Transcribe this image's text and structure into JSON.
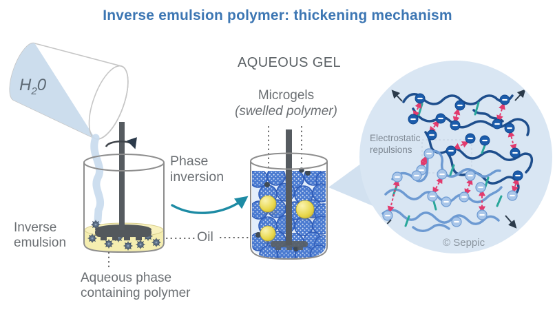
{
  "header": {
    "title": "Inverse emulsion polymer: thickening mechanism"
  },
  "pour": {
    "h2o_base": "H",
    "h2o_sub": "2",
    "h2o_tail": "0"
  },
  "left_beaker": {
    "label": "Inverse emulsion",
    "bottom_label": "Aqueous phase containing polymer"
  },
  "transition": {
    "phase_inversion": "Phase inversion",
    "oil": "Oil"
  },
  "middle_beaker": {
    "heading": "AQUEOUS GEL",
    "microgels": "Microgels",
    "microgels_note": "(swelled polymer)"
  },
  "detail_circle": {
    "annotation": "Electrostatic repulsions",
    "credit": "© Seppic"
  },
  "colors": {
    "title_blue": "#3c76b3",
    "water_blue": "#ccdded",
    "emulsion_yellow": "#f5eeb4",
    "microgel_blue": "#4a7ad0",
    "oil_droplet_yellow": "#e8d84e",
    "arrow_teal": "#1d8ba4",
    "detail_circle_bg": "#d9e6f3",
    "polymer_chain_dark": "#1e4e8c",
    "polymer_chain_light": "#6d9ad2",
    "crosslink_teal": "#2aa79b",
    "repulsion_red": "#e23a6d",
    "label_gray": "#6b6f73"
  }
}
